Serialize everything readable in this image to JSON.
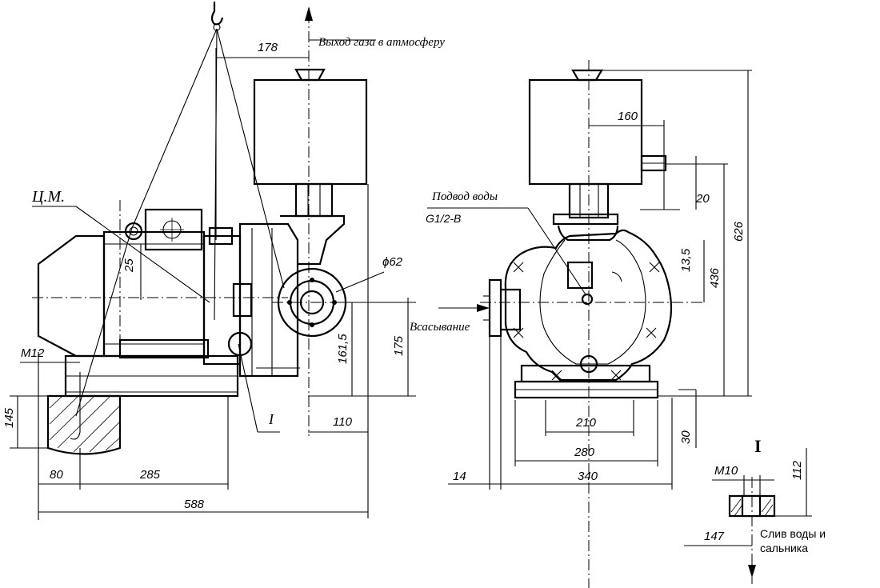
{
  "labels": {
    "gas_outlet": "Выход газа в атмосферу",
    "center_mass": "Ц.М.",
    "water_supply": "Подвод воды",
    "water_supply_thread": "G1/2-B",
    "suction": "Всасывание",
    "drain": "Слив воды и",
    "drain_line2": "сальника",
    "detail_mark": "I",
    "detail_title": "I"
  },
  "dimensions": {
    "d178": "178",
    "d25": "25",
    "dm12": "M12",
    "d145": "145",
    "d80": "80",
    "d285": "285",
    "d588": "588",
    "d161_5": "161,5",
    "d175": "175",
    "d110": "110",
    "phi62": "ϕ62",
    "d160": "160",
    "d20": "20",
    "d13_5": "13,5",
    "d436": "436",
    "d626": "626",
    "d210": "210",
    "d280": "280",
    "d30": "30",
    "d14": "14",
    "d340": "340",
    "dm10": "M10",
    "d112": "112",
    "d147": "147"
  }
}
